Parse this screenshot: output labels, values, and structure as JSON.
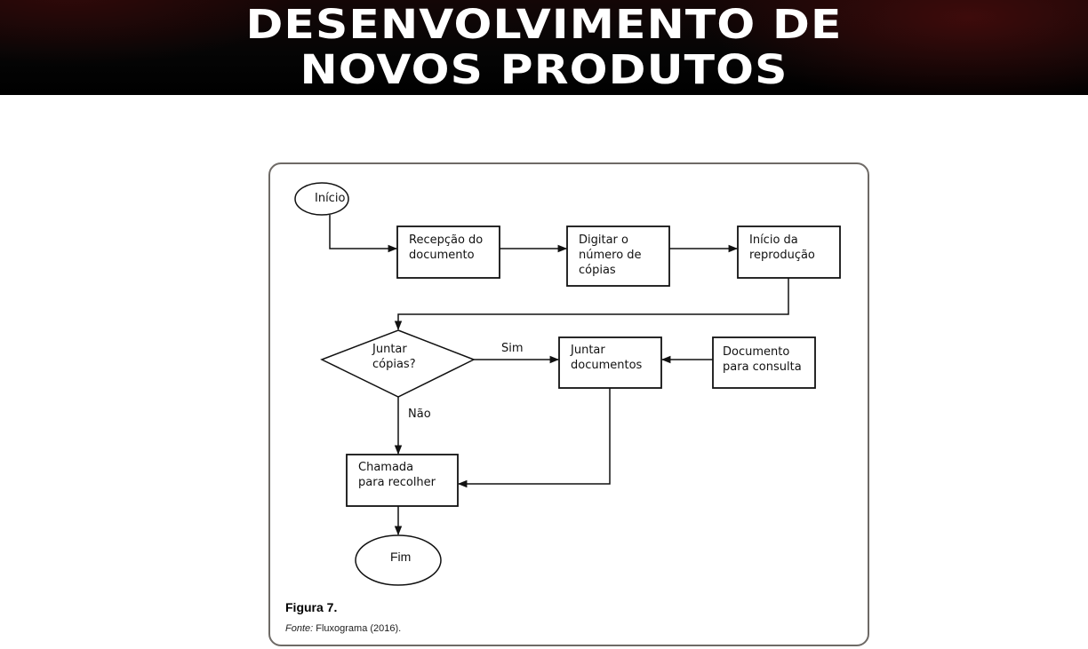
{
  "header": {
    "title_line1": "DESENVOLVIMENTO DE",
    "title_line2": "NOVOS PRODUTOS"
  },
  "figure": {
    "nodes": {
      "start": "Início",
      "reception": "Recepção do\ndocumento",
      "enter_copies": "Digitar o\nnúmero de\ncópias",
      "start_reproduction": "Início da\nreprodução",
      "decision": "Juntar\ncópias?",
      "join_documents": "Juntar\ndocumentos",
      "reference_document": "Documento\npara consulta",
      "call_to_collect": "Chamada\npara recolher",
      "end": "Fim"
    },
    "edge_labels": {
      "yes": "Sim",
      "no": "Não"
    },
    "caption": {
      "title": "Figura 7.",
      "source_prefix": "Fonte:",
      "source_text": " Fluxograma (2016)."
    }
  },
  "colors": {
    "header_bg": "#000000",
    "header_text": "#ffffff",
    "card_border": "#6e6a66",
    "stroke": "#111111"
  }
}
